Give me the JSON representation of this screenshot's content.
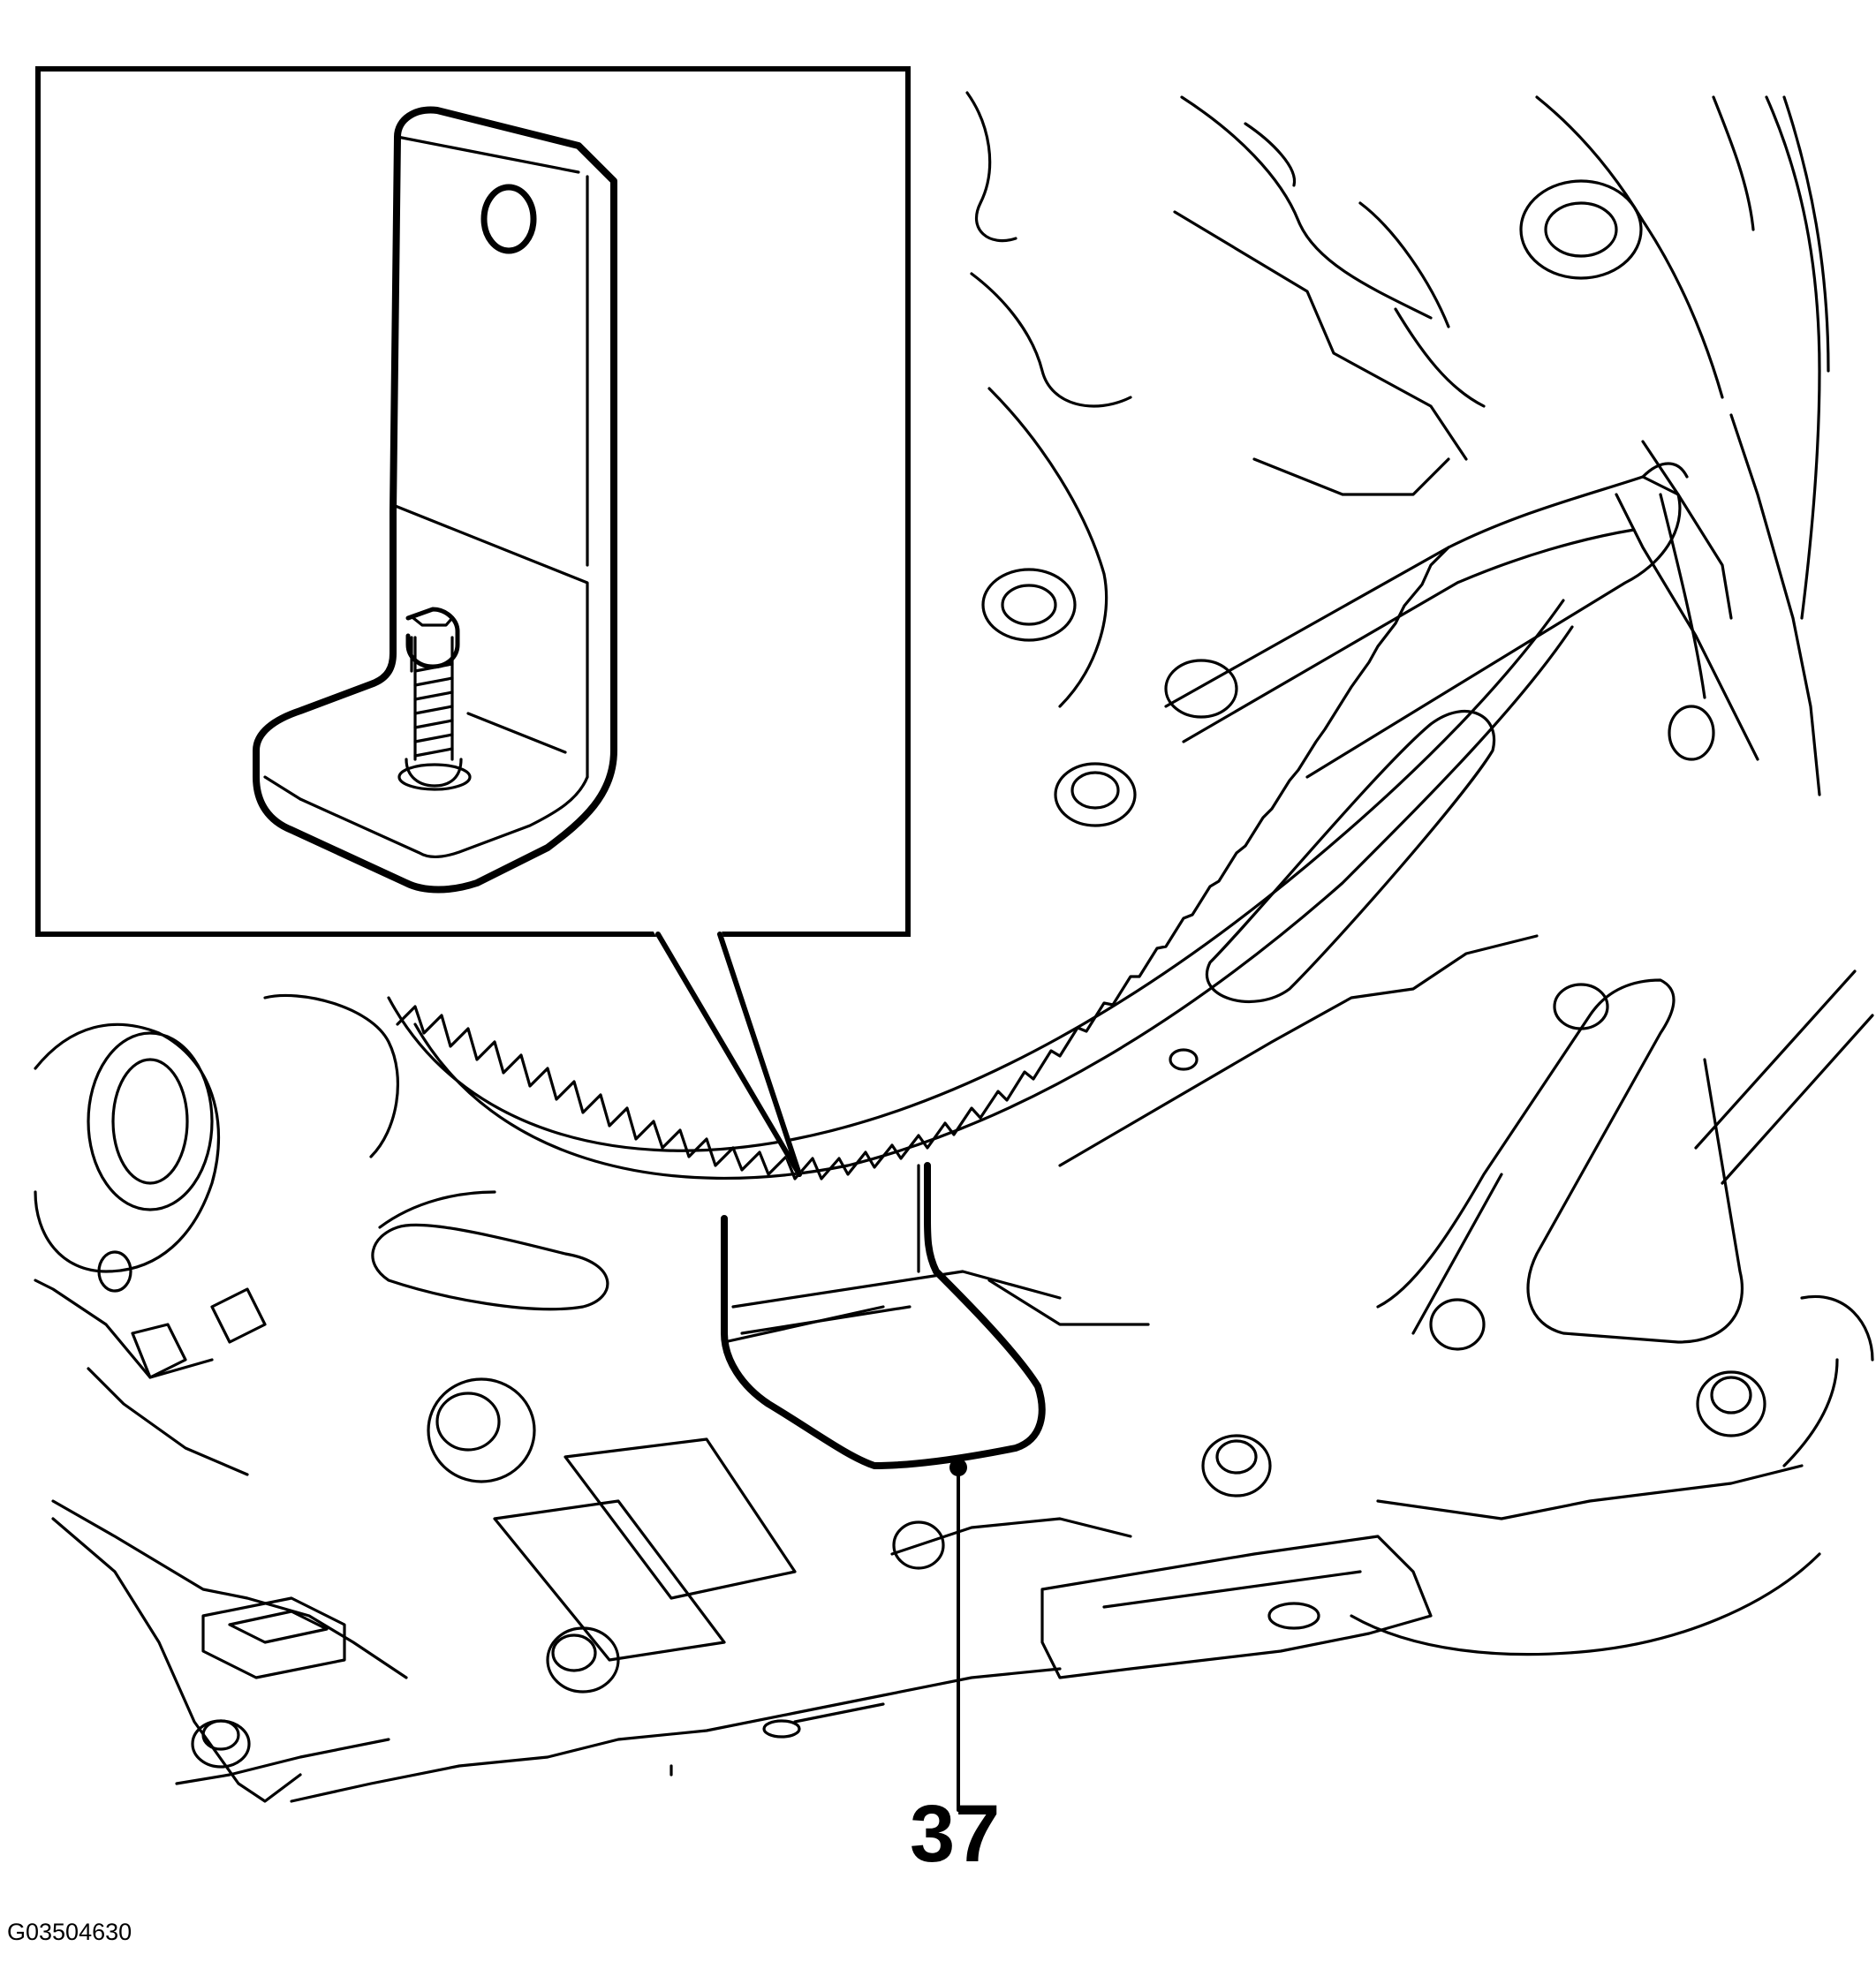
{
  "figure": {
    "callout_number": "37",
    "figure_code": "G03504630"
  },
  "icons": {
    "inset_tool": "holding-tool-bracket-icon",
    "main_drawing": "flywheel-ring-gear-assembly",
    "pointer": "leader-line-dot"
  },
  "colors": {
    "ink": "#000000",
    "paper": "#ffffff"
  }
}
